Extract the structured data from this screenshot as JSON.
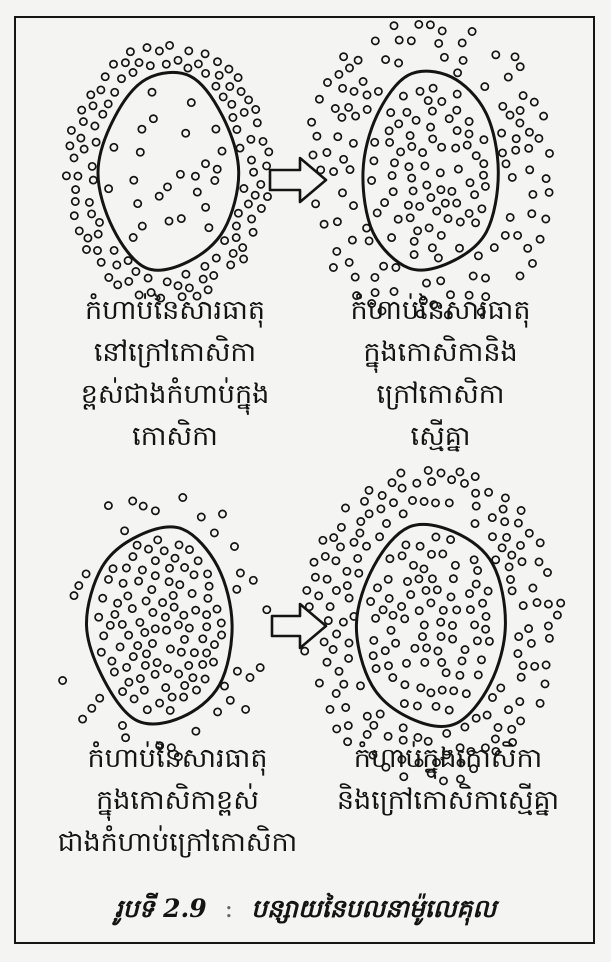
{
  "panels": [
    {
      "id": "outside-high",
      "caption_lines": [
        "កំហាប់នៃសារធាតុ",
        "នៅក្រៅកោសិកា",
        "ខ្ពស់ជាងកំហាប់ក្នុង",
        "កោសិកា"
      ]
    },
    {
      "id": "equal-1",
      "caption_lines": [
        "កំហាប់នៃសារធាតុ",
        "ក្នុងកោសិកានិង",
        "ក្រៅកោសិកា",
        "ស្មើគ្នា"
      ]
    },
    {
      "id": "inside-high",
      "caption_lines": [
        "កំហាប់នៃសារធាតុ",
        "ក្នុងកោសិកាខ្ពស់",
        "ជាងកំហាប់ក្រៅកោសិកា"
      ]
    },
    {
      "id": "equal-2",
      "caption_lines": [
        "កំហាប់ក្នុងកោសិកា",
        "និងក្រៅកោសិកាស្មើគ្នា"
      ]
    }
  ],
  "caption": {
    "figure_label": "រូបទី 2.9",
    "separator": ":",
    "title": "បន្សាយនៃបលនាម៉ូលេគុល"
  },
  "colors": {
    "ink": "#141414",
    "paper": "#f4f4f2"
  }
}
